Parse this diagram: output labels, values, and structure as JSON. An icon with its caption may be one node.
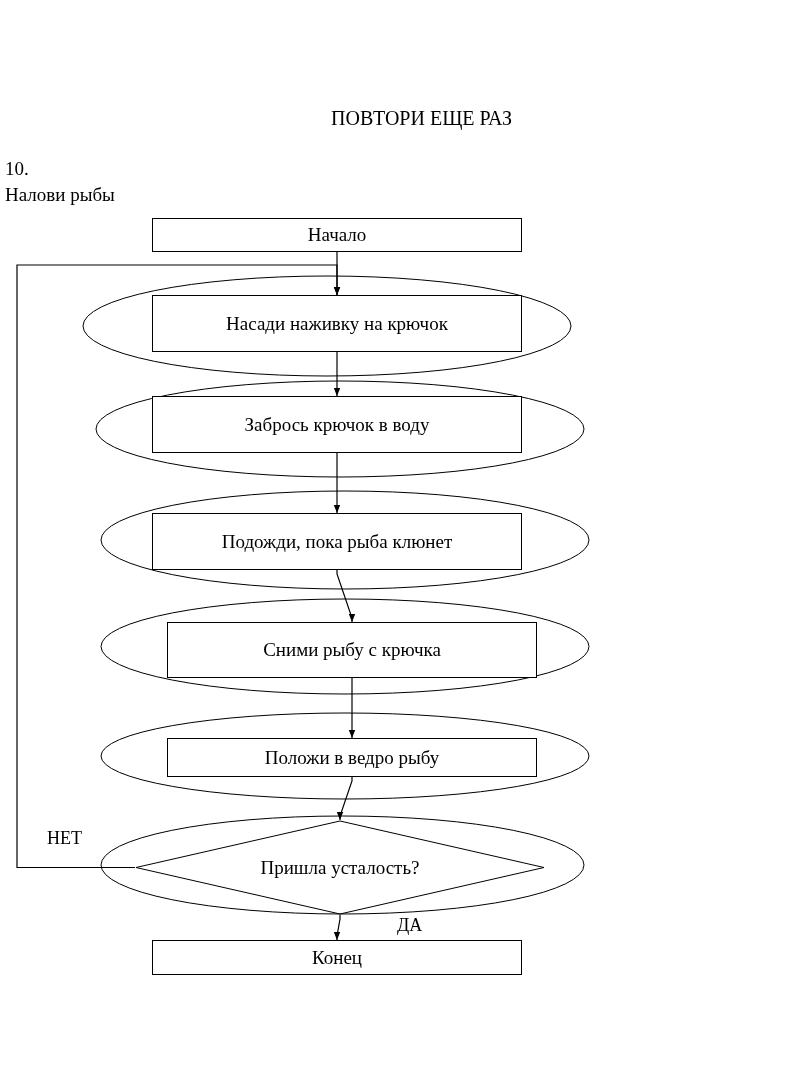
{
  "diagram": {
    "title": "ПОВТОРИ ЕЩЕ РАЗ",
    "nodes": [
      {
        "text": [
          "Начало"
        ]
      },
      {
        "text": [],
        "shape": "ellipse"
      },
      {
        "text": [
          "Насади наживку на крючок"
        ],
        "in": 1
      },
      {
        "text": [],
        "shape": "ellipse"
      },
      {
        "text": [
          "Забрось крючок в воду"
        ],
        "in": 3
      },
      {
        "text": [],
        "shape": "ellipse"
      },
      {
        "text": [
          "Подожди, пока рыба клюнет"
        ],
        "in": 5
      },
      {
        "text": [],
        "shape": "ellipse"
      },
      {
        "text": [
          "Сними рыбу с крючка"
        ],
        "in": 7
      },
      {
        "text": [],
        "shape": "ellipse"
      },
      {
        "text": [
          "Положи в ведро рыбу"
        ],
        "in": 9
      },
      {
        "text": [],
        "shape": "ellipse"
      },
      {
        "text": [
          "Пришла усталость?"
        ],
        "in": 11
      },
      {
        "text": [
          "Конец"
        ]
      }
    ],
    "edges": [
      {
        "from": 0,
        "to": 2,
        "arrow": "to"
      },
      {
        "from": 2,
        "to": 4,
        "arrow": "to"
      },
      {
        "from": 4,
        "to": 6,
        "arrow": "to"
      },
      {
        "from": 6,
        "to": 8,
        "arrow": "to"
      },
      {
        "from": 8,
        "to": 10,
        "arrow": "to"
      },
      {
        "from": 10,
        "to": 12,
        "arrow": "to"
      },
      {
        "from": 12,
        "to": 13,
        "arrow": "to",
        "label": "ДА"
      },
      {
        "from": 12,
        "to": 2,
        "arrow": "to",
        "label": "НЕТ"
      }
    ],
    "labels": [
      "10.",
      "Налови рыбы"
    ]
  }
}
